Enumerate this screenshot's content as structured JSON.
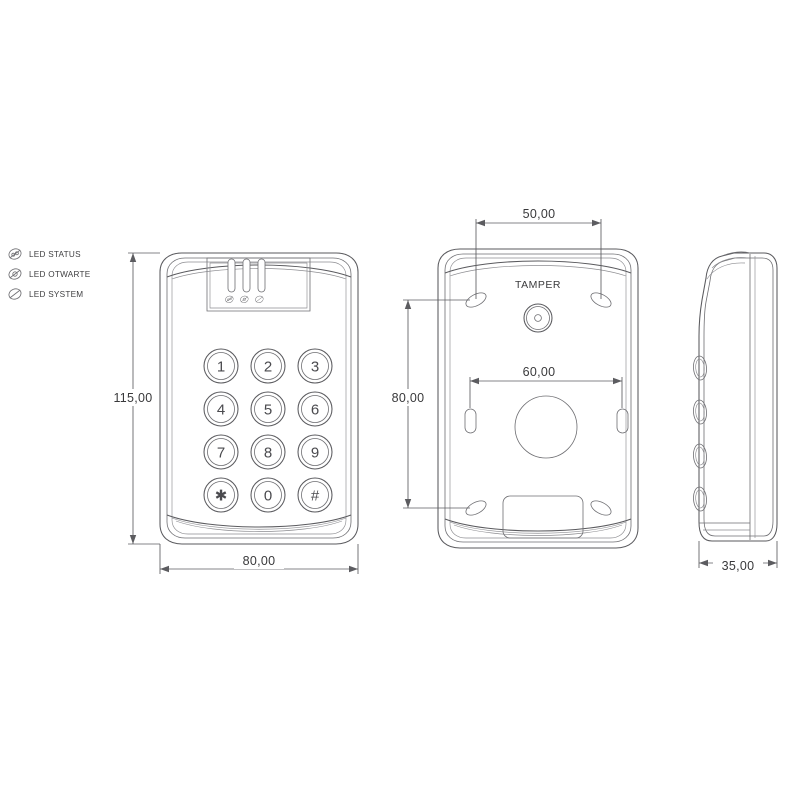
{
  "drawing": {
    "title": "Keypad access control unit technical drawing",
    "background": "#ffffff",
    "line_color": "#5a5a5e",
    "text_color": "#39393b"
  },
  "legend": {
    "items": [
      {
        "icon": "led-status-icon",
        "label": "LED STATUS"
      },
      {
        "icon": "led-otwarte-icon",
        "label": "LED OTWARTE"
      },
      {
        "icon": "led-system-icon",
        "label": "LED SYSTEM"
      }
    ]
  },
  "views": {
    "front": {
      "name": "front-view",
      "keys": [
        [
          "1",
          "2",
          "3"
        ],
        [
          "4",
          "5",
          "6"
        ],
        [
          "7",
          "8",
          "9"
        ],
        [
          "✱",
          "0",
          "#"
        ]
      ],
      "led_count": 3,
      "dimensions": {
        "height": "115,00",
        "width": "80,00"
      }
    },
    "rear": {
      "name": "rear-view",
      "tamper_label": "TAMPER",
      "dimensions": {
        "top_holes_spacing": "50,00",
        "mid_holes_spacing": "60,00",
        "vertical": "80,00"
      },
      "mount_hole_count": 6
    },
    "side": {
      "name": "side-view",
      "dimensions": {
        "depth": "35,00"
      },
      "button_bumps": 4
    }
  }
}
